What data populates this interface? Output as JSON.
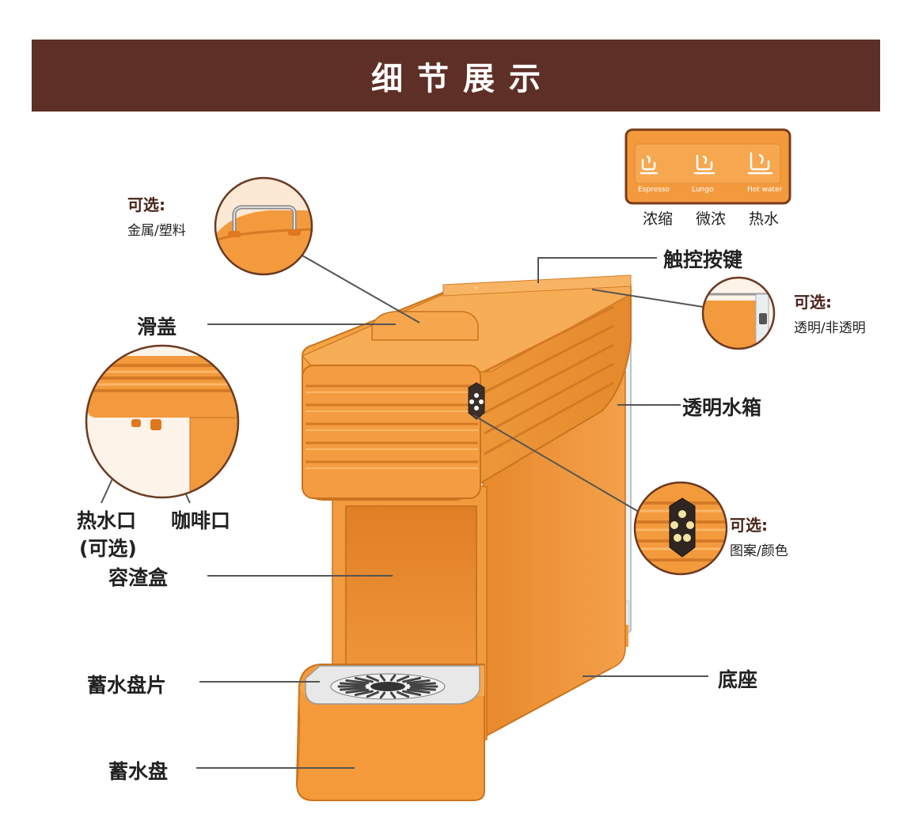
{
  "banner": {
    "title": "细节展示",
    "color": "#5e2f26"
  },
  "colors": {
    "body_orange": "#f39a3d",
    "body_dark": "#d97a22",
    "leader": "#555555"
  },
  "touch_panel": {
    "buttons": [
      {
        "label": "Espresso",
        "icon": "small-cup-icon"
      },
      {
        "label": "Lungo",
        "icon": "medium-cup-icon"
      },
      {
        "label": "Hot water",
        "icon": "large-cup-icon"
      }
    ],
    "modes": [
      "浓缩",
      "微浓",
      "热水"
    ]
  },
  "labels": {
    "touch_keys": "触控按键",
    "sliding_lid": "滑盖",
    "water_tank": "透明水箱",
    "hot_water_outlet": "热水口",
    "hot_water_outlet_note": "(可选)",
    "coffee_outlet": "咖啡口",
    "capsule_bin": "容渣盒",
    "drip_plate": "蓄水盘片",
    "base": "底座",
    "drip_tray": "蓄水盘"
  },
  "options": {
    "handle": {
      "title": "可选:",
      "text": "金属/塑料"
    },
    "tank": {
      "title": "可选:",
      "text": "透明/非透明"
    },
    "badge": {
      "title": "可选:",
      "text": "图案/颜色"
    }
  }
}
